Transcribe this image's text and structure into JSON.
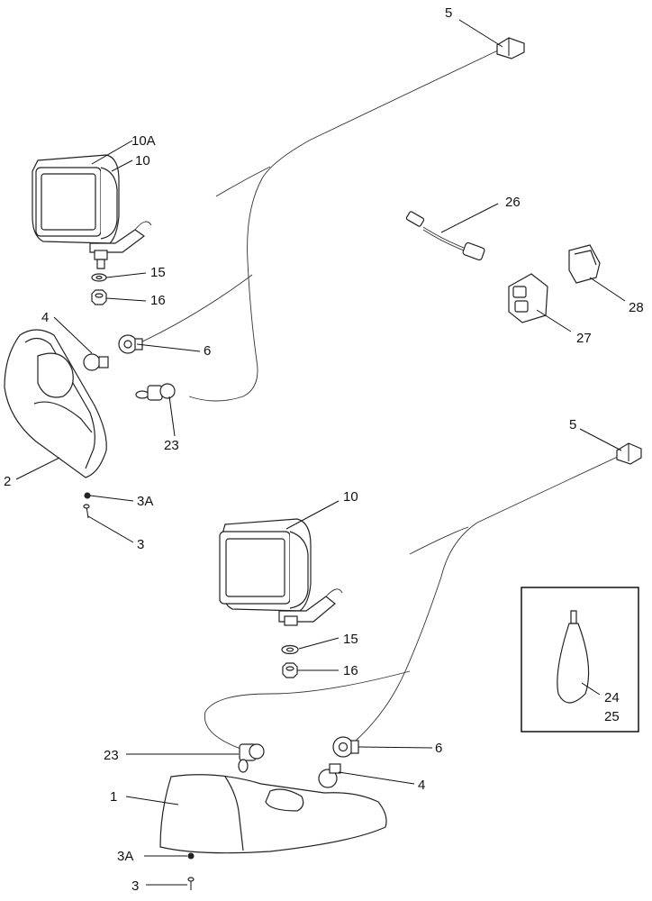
{
  "callouts": {
    "c5_top": "5",
    "c10a": "10A",
    "c10_top": "10",
    "c26": "26",
    "c15_top": "15",
    "c16_top": "16",
    "c4_left": "4",
    "c6_top": "6",
    "c27": "27",
    "c28": "28",
    "c23_top": "23",
    "c2": "2",
    "c3a_top": "3A",
    "c3_top": "3",
    "c5_right": "5",
    "c10_bottom": "10",
    "c15_bottom": "15",
    "c16_bottom": "16",
    "c24": "24",
    "c25": "25",
    "c23_bottom": "23",
    "c6_bottom": "6",
    "c1": "1",
    "c4_bottom": "4",
    "c3a_bottom": "3A",
    "c3_bottom": "3"
  }
}
